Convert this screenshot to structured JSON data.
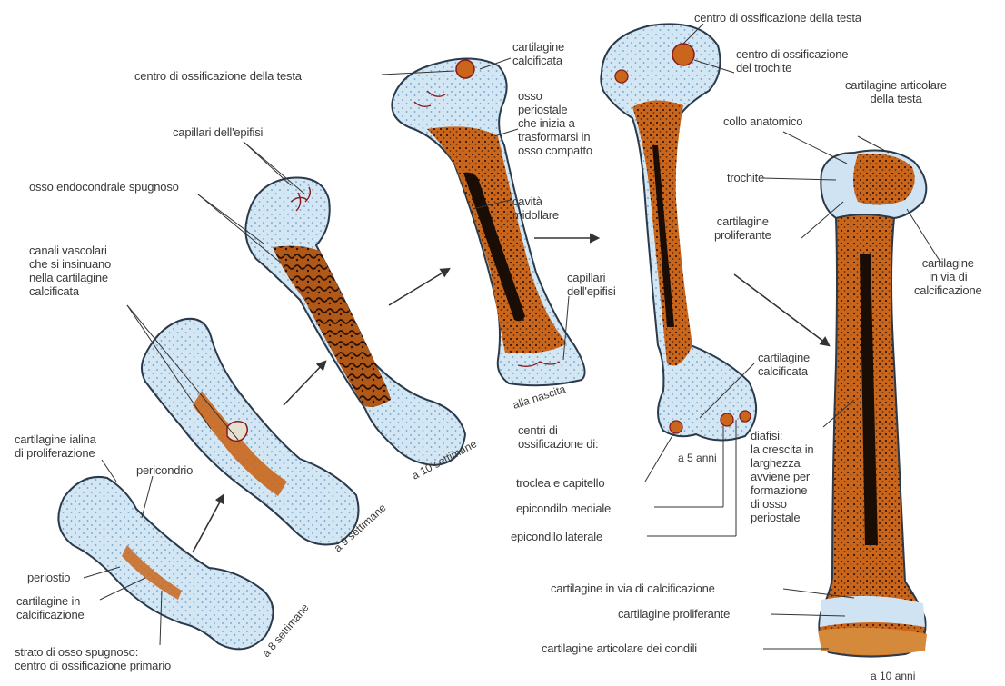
{
  "stages": {
    "w8": "a 8 settimane",
    "w9": "a 9 settimane",
    "w10": "a 10 settimane",
    "birth": "alla nascita",
    "y5": "a 5 anni",
    "y10": "a 10 anni"
  },
  "labels": {
    "centro_testa_1": "centro di ossificazione della testa",
    "capillari_epifisi_1": "capillari dell'epifisi",
    "osso_endocondrale": "osso endocondrale spugnoso",
    "canali_vascolari": "canali vascolari\nche si insinuano\nnella cartilagine\ncalcificata",
    "cartilagine_ialina": "cartilagine ialina\ndi proliferazione",
    "pericondrio": "pericondrio",
    "periostio": "periostio",
    "cartilagine_in_calc": "cartilagine in\ncalcificazione",
    "strato_osso": "strato di osso spugnoso:\ncentro di ossificazione primario",
    "cartilagine_calcificata_1": "cartilagine\ncalcificata",
    "osso_periostale": "osso\nperiostale\nche inizia a\ntrasformarsi in\nosso compatto",
    "cavita_midollare": "cavità\nmidollare",
    "capillari_epifisi_2": "capillari\ndell'epifisi",
    "centro_testa_2": "centro di ossificazione della testa",
    "centro_trochite": "centro di ossificazione\ndel trochite",
    "cartilagine_articolare_testa": "cartilagine articolare\ndella testa",
    "collo_anatomico": "collo anatomico",
    "trochite": "trochite",
    "cartilagine_proliferante_1": "cartilagine\nproliferante",
    "cartilagine_via_calc_1": "cartilagine\nin via di\ncalcificazione",
    "cartilagine_calcificata_2": "cartilagine\ncalcificata",
    "centri_ossificazione": "centri di\nossificazione di:",
    "troclea": "troclea e capitello",
    "epicondilo_mediale": "epicondilo mediale",
    "epicondilo_laterale": "epicondilo laterale",
    "diafisi": "diafisi:\nla crescita in\nlarghezza\navviene per\nformazione\ndi osso\nperiostale",
    "cartilagine_via_calc_2": "cartilagine in via di calcificazione",
    "cartilagine_proliferante_2": "cartilagine proliferante",
    "cartilagine_articolare_condili": "cartilagine articolare dei condili"
  },
  "colors": {
    "cartilage": "#cfe3f2",
    "cartilage_dots": "#7fa8cc",
    "bone": "#c8661a",
    "bone_dots": "#3a1a08",
    "marrow": "#1a0d05",
    "outline": "#2b3a4a",
    "leader": "#333333",
    "vessel": "#8a1a1a"
  }
}
